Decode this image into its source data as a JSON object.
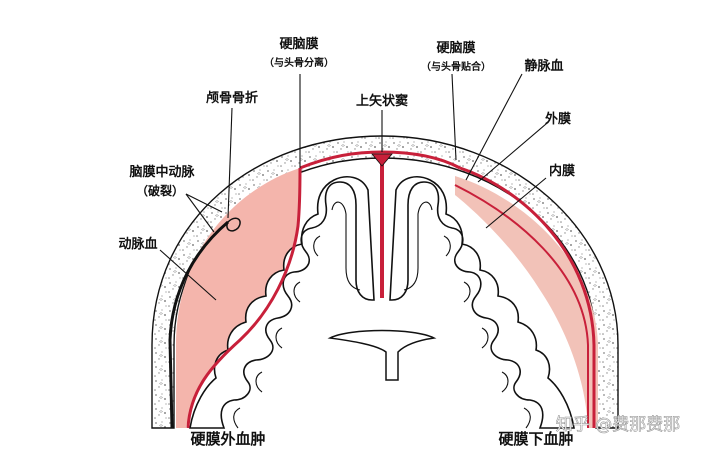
{
  "labels": {
    "dura_separated": "硬脑膜",
    "dura_separated_note": "（与头骨分离）",
    "dura_attached": "硬脑膜",
    "dura_attached_note": "（与头骨贴合）",
    "venous_blood": "静脉血",
    "skull_fracture": "颅骨骨折",
    "sagittal_sinus": "上矢状窦",
    "outer_membrane": "外膜",
    "inner_membrane": "内膜",
    "meningeal_artery": "脑膜中动脉",
    "meningeal_artery_note": "（破裂）",
    "arterial_blood": "动脉血",
    "epidural_hematoma": "硬膜外血肿",
    "subdural_hematoma": "硬膜下血肿"
  },
  "watermark": "知乎 @费那费那",
  "colors": {
    "hematoma_fill": "#f4b5ac",
    "subdural_fill": "#f2c2b8",
    "dura_red": "#c8203a",
    "skull_speckle": "#9a9a9a",
    "outline": "#111111"
  }
}
